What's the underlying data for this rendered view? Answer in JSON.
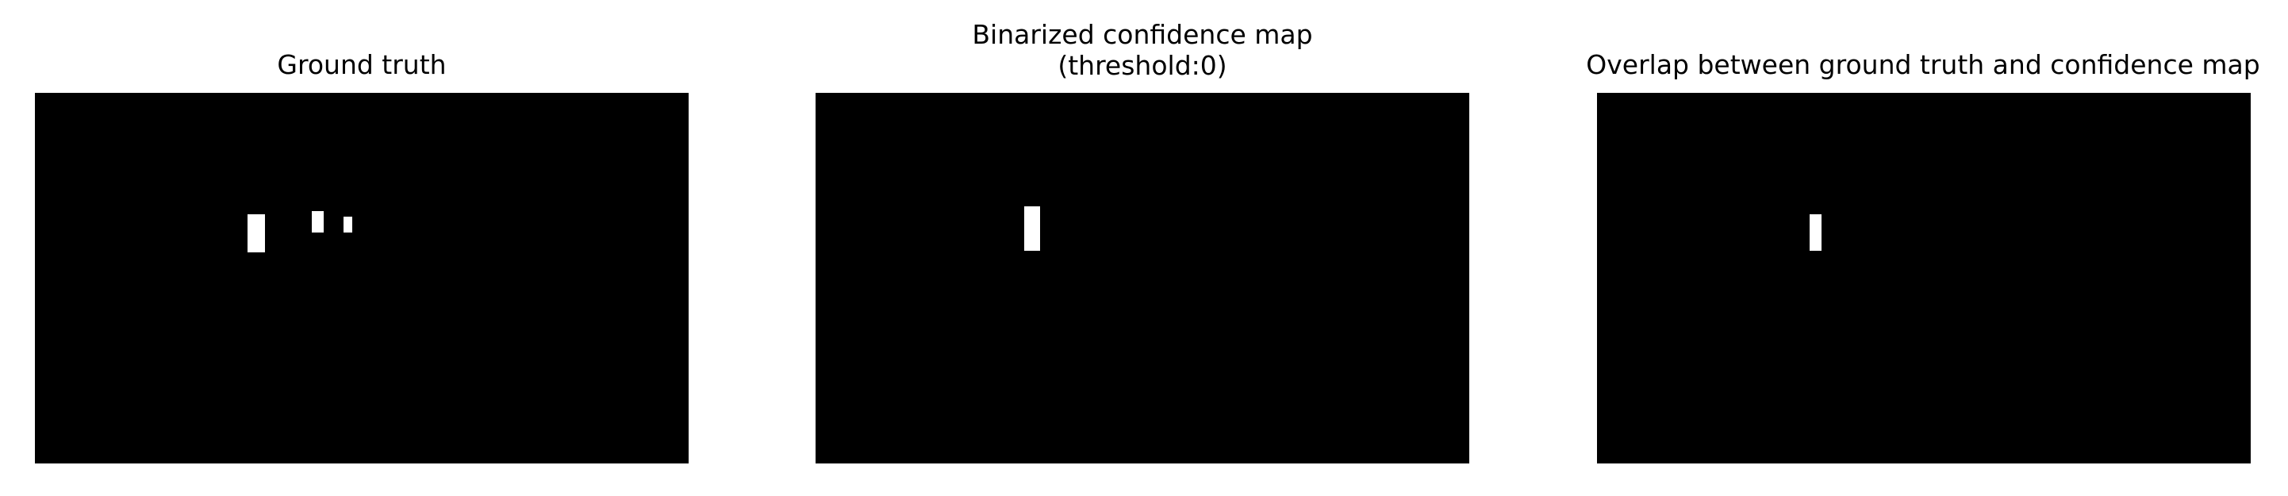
{
  "panels": [
    {
      "title_lines": [
        "Ground truth"
      ]
    },
    {
      "title_lines": [
        "Binarized confidence map",
        "(threshold:0)"
      ]
    },
    {
      "title_lines": [
        "Overlap between ground truth and confidence map"
      ]
    }
  ],
  "colors": {
    "background": "#000000",
    "foreground": "#ffffff",
    "page": "#ffffff"
  }
}
